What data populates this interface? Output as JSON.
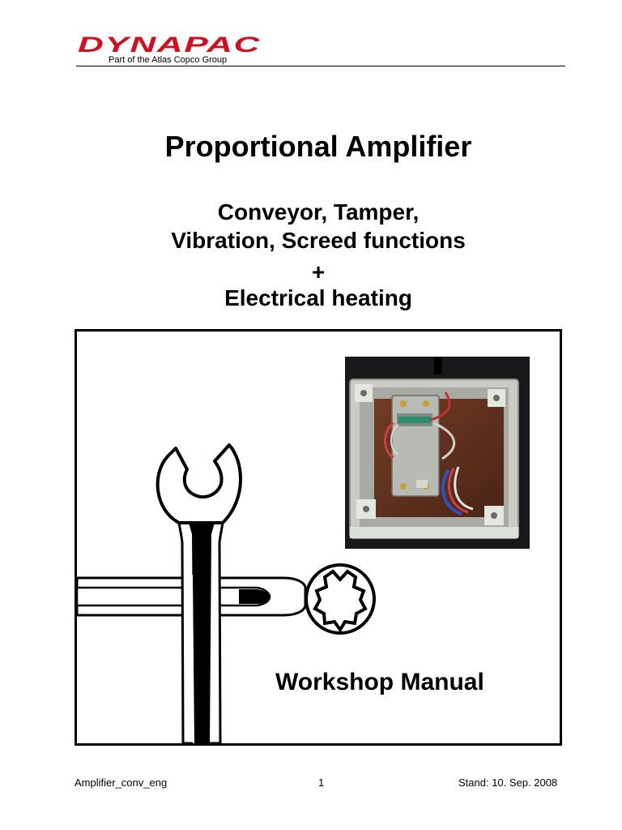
{
  "header": {
    "brand": "DYNAPAC",
    "tagline": "Part of the Atlas Copco Group",
    "brand_color": "#d0101e"
  },
  "title": "Proportional Amplifier",
  "subtitle_lines": [
    "Conveyor, Tamper,",
    "Vibration, Screed functions",
    "+",
    "Electrical heating"
  ],
  "illustration": {
    "icons": [
      "wrench-icon",
      "wrench-icon"
    ],
    "label": "Workshop Manual"
  },
  "footer": {
    "filename": "Amplifier_conv_eng",
    "page": "1",
    "date": "Stand: 10. Sep. 2008"
  }
}
